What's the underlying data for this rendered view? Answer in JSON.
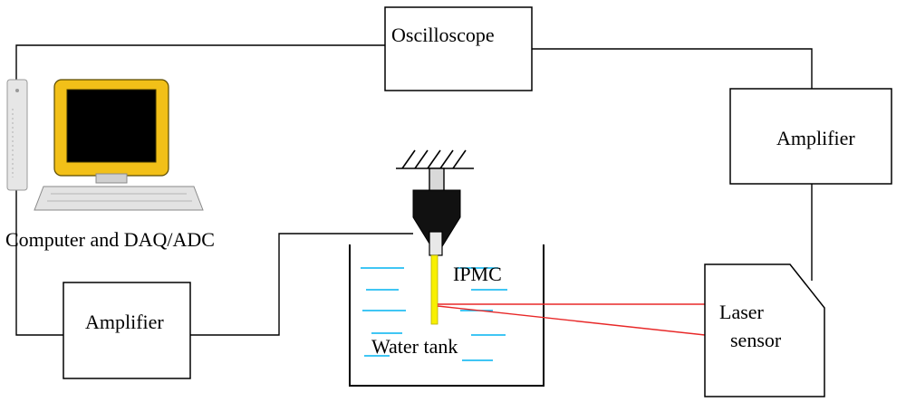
{
  "labels": {
    "oscilloscope": "Oscilloscope",
    "amplifier_right": "Amplifier",
    "amplifier_left": "Amplifier",
    "computer": "Computer and DAQ/ADC",
    "ipmc": "IPMC",
    "water_tank": "Water tank",
    "laser_line1": "Laser",
    "laser_line2": "sensor"
  },
  "colors": {
    "line": "#000000",
    "monitor_bezel": "#f2c018",
    "screen": "#000000",
    "water": "#00b4f0",
    "ipmc_strip": "#f8f000",
    "laser_beam": "#e82828"
  },
  "icons": {
    "computer": "desktop-computer-icon",
    "clamp": "clamp-holder-icon",
    "ground": "ground-hatch-icon"
  }
}
